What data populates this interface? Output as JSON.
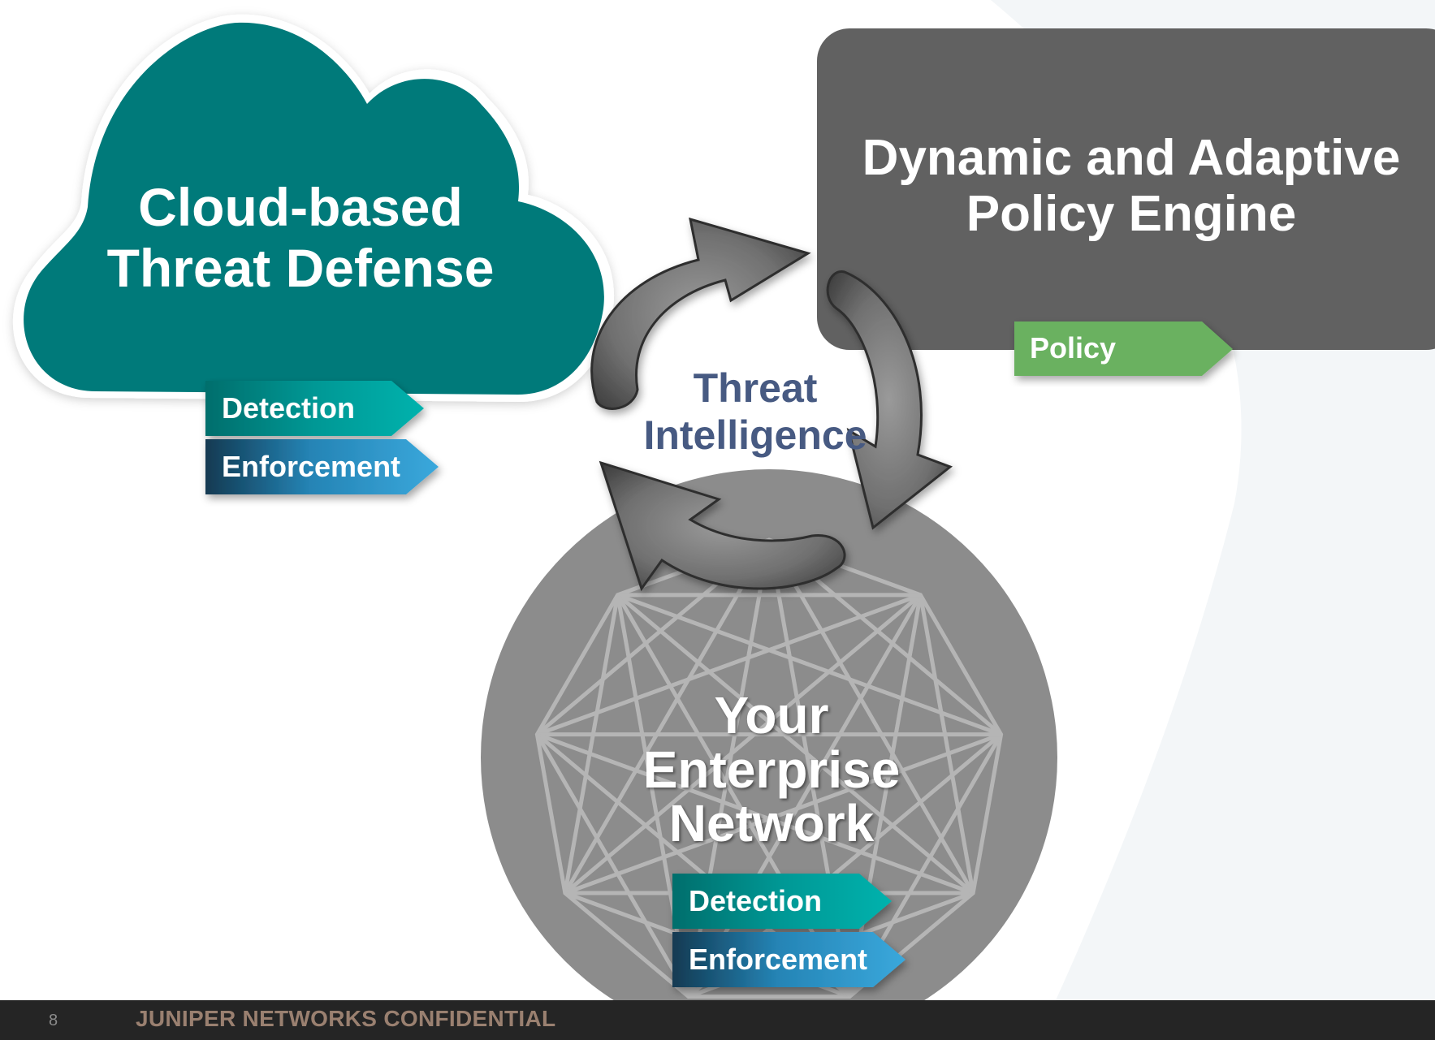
{
  "cloud": {
    "title_line1": "Cloud-based",
    "title_line2": "Threat Defense",
    "tags": [
      "Detection",
      "Enforcement"
    ],
    "color": "#007a7a"
  },
  "policy_engine": {
    "title_line1": "Dynamic and Adaptive",
    "title_line2": "Policy Engine",
    "tag": "Policy",
    "color": "#616161",
    "tag_color": "#6ab161"
  },
  "threat_intelligence": {
    "line1": "Threat",
    "line2": "Intelligence",
    "color": "#475a82"
  },
  "enterprise": {
    "line1": "Your",
    "line2": "Enterprise",
    "line3": "Network",
    "tags": [
      "Detection",
      "Enforcement"
    ],
    "color": "#8c8c8c"
  },
  "tag_colors": {
    "detection": "#00a6a3",
    "enforcement": "#2f9bd0"
  },
  "footer": {
    "page_number": "8",
    "confidential": "JUNIPER NETWORKS CONFIDENTIAL"
  }
}
